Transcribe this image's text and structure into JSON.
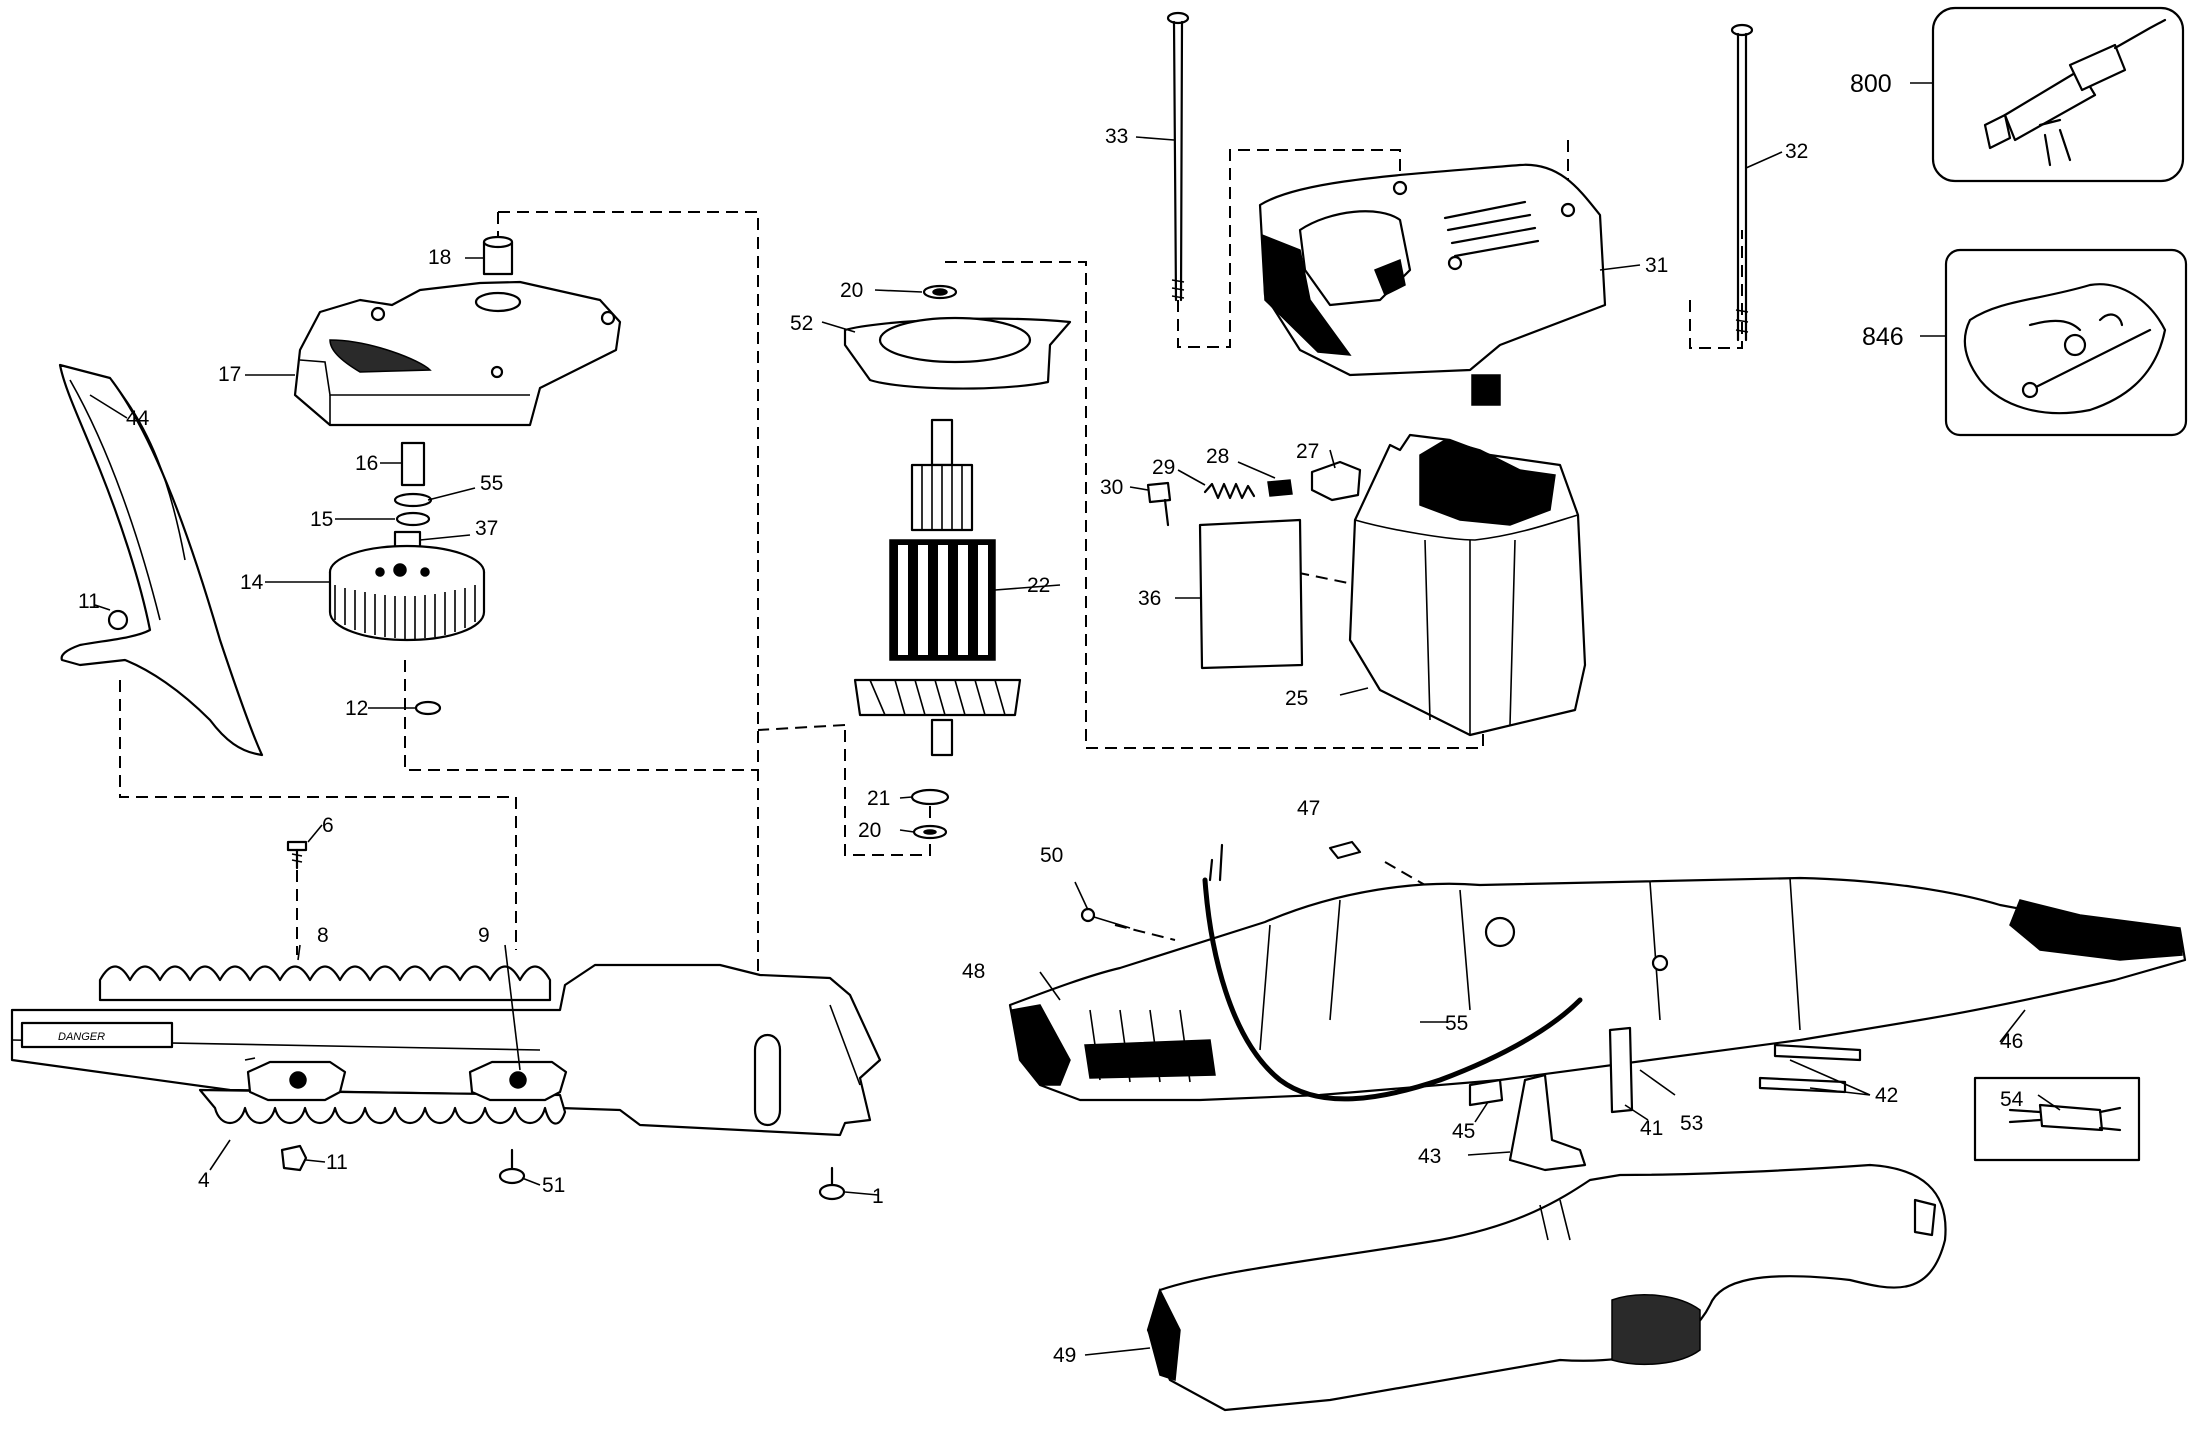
{
  "part_labels": {
    "p1": "1",
    "p4": "4",
    "p6": "6",
    "p8": "8",
    "p9": "9",
    "p11a": "11",
    "p11b": "11",
    "p12": "12",
    "p14": "14",
    "p15": "15",
    "p16": "16",
    "p17": "17",
    "p18": "18",
    "p20a": "20",
    "p20b": "20",
    "p21": "21",
    "p22": "22",
    "p25": "25",
    "p27": "27",
    "p28": "28",
    "p29": "29",
    "p30": "30",
    "p31": "31",
    "p32": "32",
    "p33": "33",
    "p36": "36",
    "p37": "37",
    "p41": "41",
    "p42": "42",
    "p43": "43",
    "p44": "44",
    "p45": "45",
    "p46": "46",
    "p47": "47",
    "p48": "48",
    "p49": "49",
    "p50": "50",
    "p51": "51",
    "p52": "52",
    "p53": "53",
    "p54": "54",
    "p55a": "55",
    "p55b": "55",
    "p800": "800",
    "p846": "846"
  },
  "blade_decal": "DANGER"
}
